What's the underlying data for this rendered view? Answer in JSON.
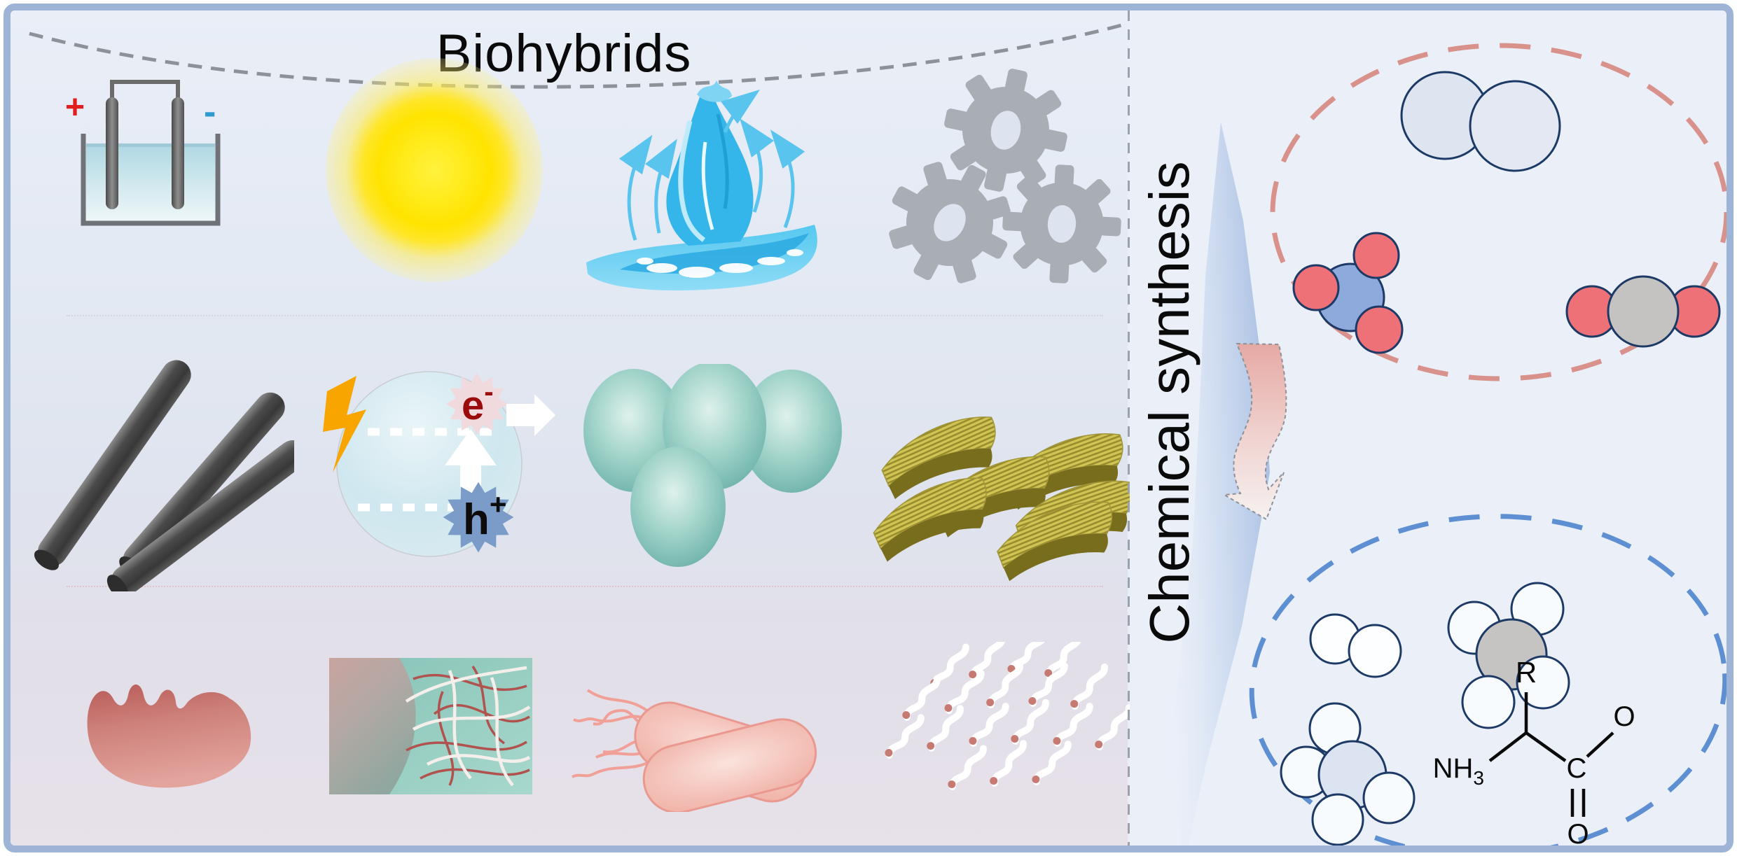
{
  "titles": {
    "left": "Biohybrids",
    "right": "Chemical synthesis"
  },
  "electro_cell": {
    "positive": "+",
    "negative": "-"
  },
  "photocatalysis": {
    "electron": "e",
    "electron_charge": "-",
    "hole": "h",
    "hole_charge": "+"
  },
  "amino_acid": {
    "side_chain": "R",
    "amine": "NH",
    "amine_subscript": "3",
    "carbon": "C",
    "oxygen_single": "O",
    "oxygen_double": "O"
  },
  "icons": [
    "electrochemical-cell-icon",
    "sun-icon",
    "water-splash-icon",
    "gears-icon",
    "carbon-nanotubes-icon",
    "photocatalyst-particle-icon",
    "metal-nanoparticles-icon",
    "nanosheets-icon",
    "enzyme-icon",
    "fiber-matrix-icon",
    "bacterium-icon",
    "protein-nanowires-icon",
    "nitrogen-molecule-icon",
    "nitrite-molecule-icon",
    "carbon-dioxide-molecule-icon",
    "hydrogen-molecule-icon",
    "methane-molecule-icon",
    "ammonia-molecule-icon",
    "amino-acid-structure-icon",
    "reaction-arrow-icon",
    "feedstock-dashed-ellipse",
    "product-dashed-ellipse"
  ],
  "colors": {
    "frame": "#9db4d7",
    "panel_left_top": "#e9eef7",
    "panel_left_bottom": "#e7e1e9",
    "panel_right": "#eaeff8",
    "dashed_curve_gray": "#8d9299",
    "dashed_red_ellipse": "#d9918b",
    "dashed_blue_ellipse": "#5d8fd2",
    "atom_red": "#ee7178",
    "atom_blue": "#8ea9dc",
    "atom_gray": "#c5c3c1",
    "atom_white": "#fcfeff",
    "teal_particle": "#74b7ae",
    "nanosheet_yellow": "#cfc454",
    "enzyme_red": "#c96f6a",
    "bacteria_pink": "#f4c3ba",
    "sun_yellow": "#ffe400",
    "water_blue": "#3fbcec",
    "gear_gray": "#a9adb4",
    "electron_red": "#9c0b0b",
    "plus_red": "#e21f1f",
    "minus_blue": "#2e9ad0"
  }
}
